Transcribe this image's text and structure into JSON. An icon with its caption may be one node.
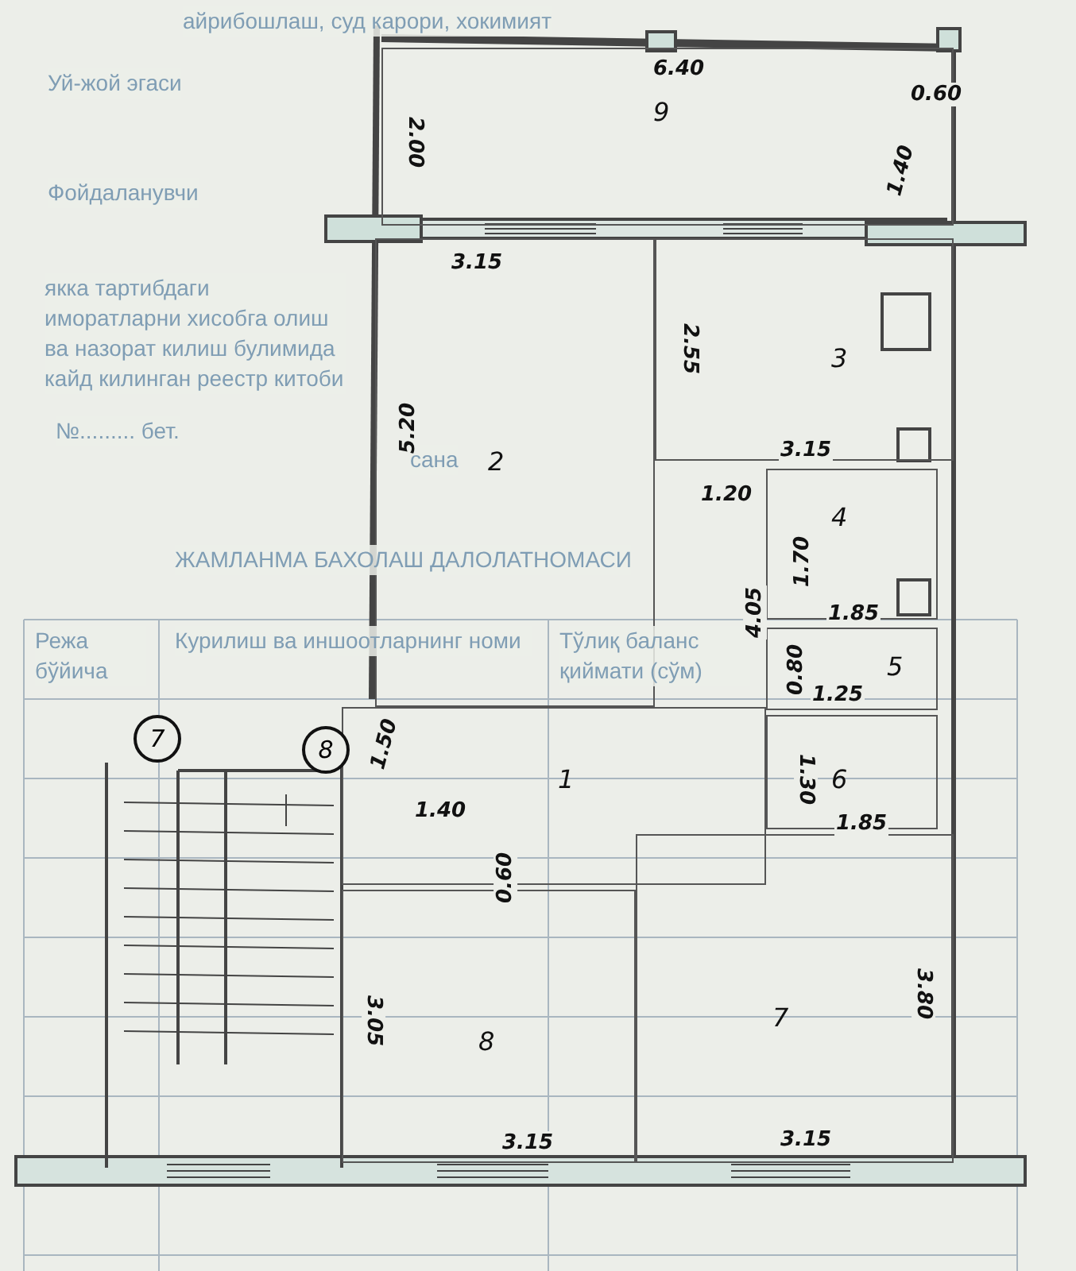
{
  "diagram": {
    "nodes": [
      {
        "text": [
          "9"
        ]
      },
      {
        "text": [
          "2"
        ]
      },
      {
        "text": [
          "3"
        ]
      },
      {
        "text": [
          "4"
        ]
      },
      {
        "text": [
          "5"
        ]
      },
      {
        "text": [
          "6"
        ]
      },
      {
        "text": [
          "1"
        ]
      },
      {
        "text": [
          "8"
        ]
      },
      {
        "text": [
          "7"
        ]
      },
      {
        "text": [
          "7"
        ]
      },
      {
        "text": [
          "8"
        ]
      }
    ],
    "labels": [
      "айрибошлаш, суд карори, хокимият",
      "Уй-жой эгаси",
      "Фойдаланувчи",
      "якка тартибдаги иморатларни хисобга олиш ва назорат килиш булимида кайд килинган реестр китоби",
      "№......... бет.",
      "сана",
      "ЖАМЛАНМА БАХОЛАШ ДАЛОЛАТНОМАСИ",
      "Режа бўйича",
      "Курилиш ва иншоотларнинг номи",
      "Тўлиқ баланс қиймати (сўм)",
      "6.40",
      "0.60",
      "2.00",
      "1.40",
      "3.15",
      "2.55",
      "5.20",
      "3.15",
      "1.20",
      "1.70",
      "4.05",
      "1.85",
      "0.80",
      "1.25",
      "1.30",
      "1.85",
      "1.50",
      "1.40",
      "0.60",
      "3.05",
      "3.80",
      "3.15",
      "3.15"
    ]
  }
}
